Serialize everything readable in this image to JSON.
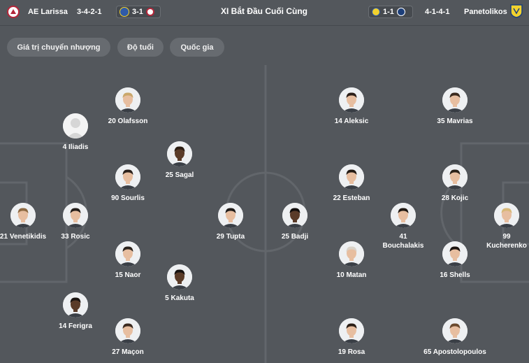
{
  "header": {
    "home_team": "AE Larissa",
    "home_formation": "3-4-2-1",
    "home_result": "3-1",
    "title": "XI Bắt Đầu Cuối Cùng",
    "away_result": "1-1",
    "away_formation": "4-1-4-1",
    "away_team": "Panetolikos"
  },
  "filters": [
    "Giá trị chuyển nhượng",
    "Độ tuổi",
    "Quốc gia"
  ],
  "colors": {
    "larissa_red": "#b3263a",
    "panetolikos_yellow": "#f2d22e",
    "blue_crest": "#2f5aa8",
    "background": "#53575c"
  },
  "home_players": [
    {
      "label": "20 Olafsson",
      "dark": false,
      "hair": "#c9a76b",
      "anon": false
    },
    {
      "label": "4 Iliadis",
      "dark": false,
      "hair": "#e0e0e0",
      "anon": true
    },
    {
      "label": "25 Sagal",
      "dark": true,
      "hair": "#2a1c12",
      "anon": false
    },
    {
      "label": "90 Sourlis",
      "dark": false,
      "hair": "#2b211b",
      "anon": false
    },
    {
      "label": "21 Venetikidis",
      "dark": false,
      "hair": "#8e6a43",
      "anon": false
    },
    {
      "label": "33 Rosic",
      "dark": false,
      "hair": "#231d19",
      "anon": false
    },
    {
      "label": "29 Tupta",
      "dark": false,
      "hair": "#1e1a18",
      "anon": false
    },
    {
      "label": "15 Naor",
      "dark": false,
      "hair": "#2a221c",
      "anon": false
    },
    {
      "label": "5 Kakuta",
      "dark": true,
      "hair": "#171210",
      "anon": false
    },
    {
      "label": "14 Ferigra",
      "dark": true,
      "hair": "#1a1411",
      "anon": false
    },
    {
      "label": "27 Maçon",
      "dark": false,
      "hair": "#3a2a20",
      "anon": false
    }
  ],
  "away_players": [
    {
      "label": "14 Aleksic",
      "dark": false,
      "hair": "#2b1f18",
      "anon": false
    },
    {
      "label": "35 Mavrias",
      "dark": false,
      "hair": "#3a2a1e",
      "anon": false
    },
    {
      "label": "22 Esteban",
      "dark": false,
      "hair": "#231a14",
      "anon": false
    },
    {
      "label": "28 Kojic",
      "dark": false,
      "hair": "#2c2118",
      "anon": false
    },
    {
      "label": "25 Badji",
      "dark": true,
      "hair": "#110d0b",
      "anon": false
    },
    {
      "label": "41 Bouchalakis",
      "dark": false,
      "hair": "#1f1812",
      "anon": false
    },
    {
      "label": "99 Kucherenko",
      "dark": false,
      "hair": "#d8b878",
      "anon": false
    },
    {
      "label": "10 Matan",
      "dark": false,
      "hair": "#d9d2c8",
      "anon": false
    },
    {
      "label": "16 Shells",
      "dark": false,
      "hair": "#1c1410",
      "anon": false
    },
    {
      "label": "19 Rosa",
      "dark": false,
      "hair": "#2a1e16",
      "anon": false
    },
    {
      "label": "65 Apostolopoulos",
      "dark": false,
      "hair": "#6b4a2e",
      "anon": false
    }
  ]
}
